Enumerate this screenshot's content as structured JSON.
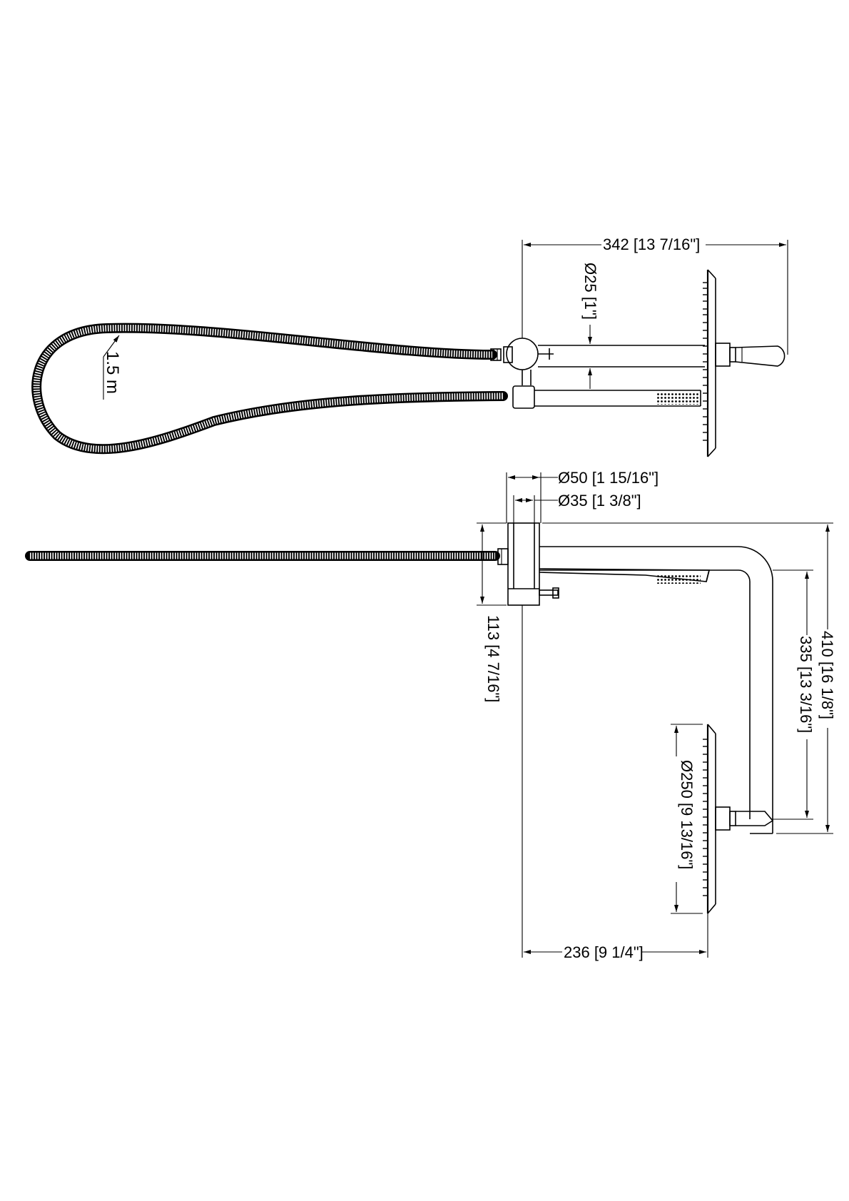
{
  "dimensions": {
    "top_width": "342 [13 7/16\"]",
    "pipe_diameter": "Ø25 [1\"]",
    "hose_length": "1.5 m",
    "mount_outer_diameter": "Ø50 [1 15/16\"]",
    "mount_inner_diameter": "Ø35 [1 3/8\"]",
    "mount_height": "113 [4 7/16\"]",
    "total_height": "410 [16 1/8\"]",
    "arm_height": "335 [13 3/16\"]",
    "head_diameter": "Ø250 [9 13/16\"]",
    "arm_projection": "236 [9 1/4\"]"
  }
}
